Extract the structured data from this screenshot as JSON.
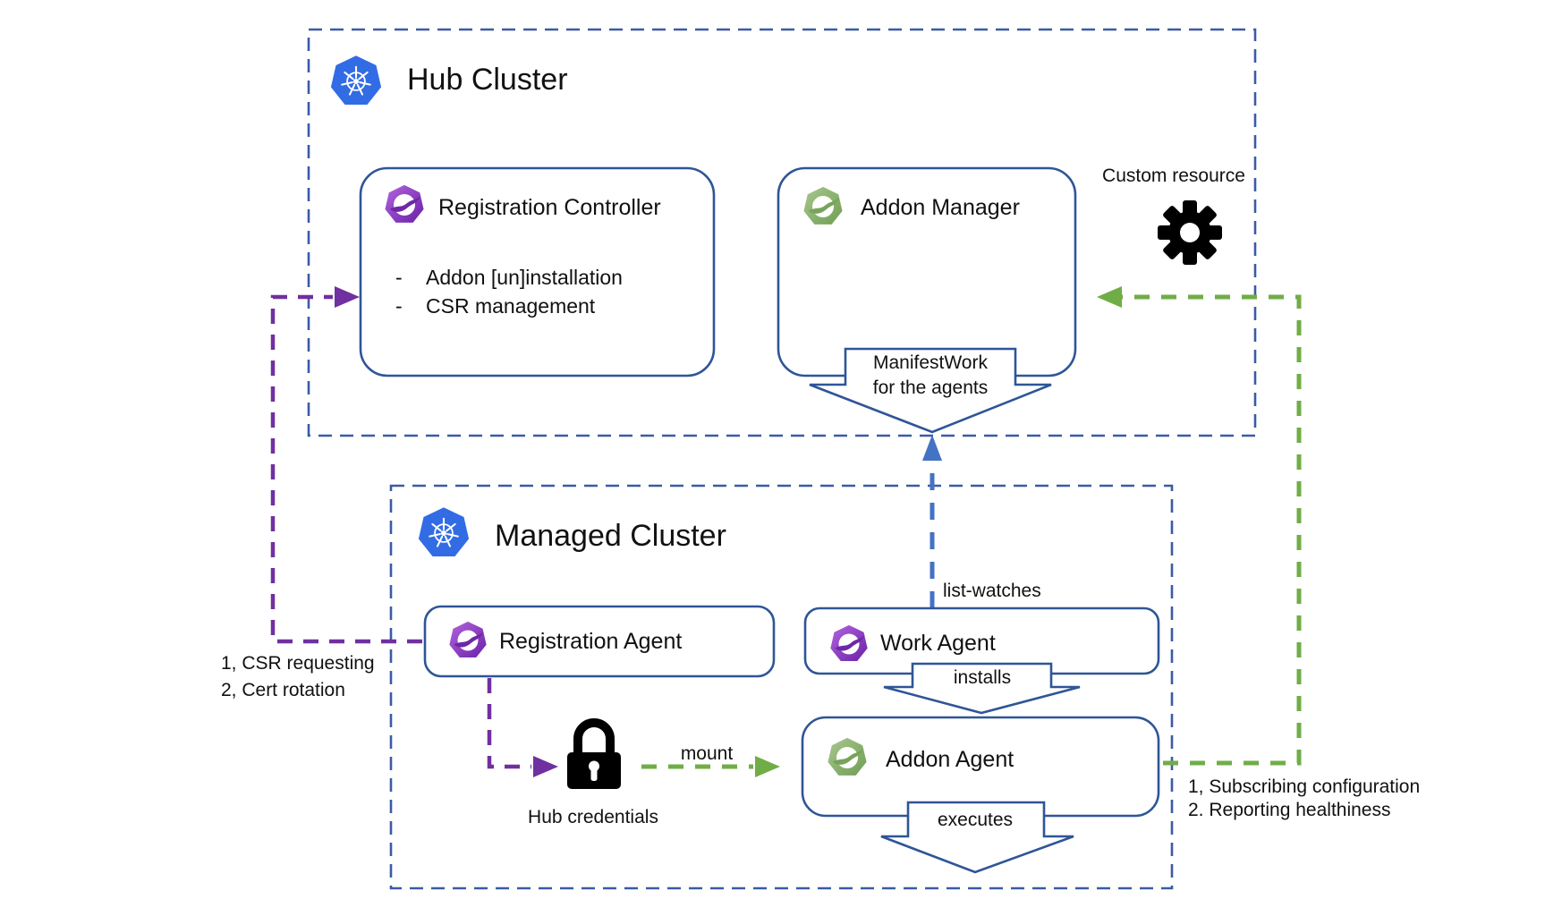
{
  "hub_cluster": {
    "title": "Hub Cluster",
    "registration_controller": {
      "title": "Registration Controller",
      "bullet_prefix": "-",
      "bullets": [
        "Addon [un]installation",
        "CSR management"
      ]
    },
    "addon_manager": {
      "title": "Addon Manager"
    },
    "custom_resource": {
      "label": "Custom resource"
    },
    "manifestwork": {
      "line1": "ManifestWork",
      "line2": "for the agents"
    }
  },
  "managed_cluster": {
    "title": "Managed Cluster",
    "registration_agent": {
      "title": "Registration Agent"
    },
    "work_agent": {
      "title": "Work Agent"
    },
    "addon_agent": {
      "title": "Addon Agent"
    },
    "hub_credentials": {
      "label": "Hub credentials"
    }
  },
  "labels": {
    "list_watches": "list-watches",
    "installs": "installs",
    "executes": "executes",
    "mount": "mount",
    "csr_line1": "1, CSR requesting",
    "csr_line2": "2, Cert rotation",
    "subscribing_line1": "1, Subscribing configuration",
    "subscribing_line2": "2. Reporting healthiness"
  },
  "icons": {
    "hub_title": "kubernetes-icon",
    "managed_title": "kubernetes-icon",
    "registration_controller": "ocm-purple-icon",
    "addon_manager": "ocm-green-icon",
    "registration_agent": "ocm-purple-icon",
    "work_agent": "ocm-purple-icon",
    "addon_agent": "ocm-green-icon",
    "custom_resource": "gear-icon",
    "hub_credentials": "lock-icon"
  },
  "colors": {
    "cluster_border": "#3B5BA5",
    "box_border": "#2F5597",
    "purple_edge": "#7030A0",
    "green_edge": "#70AD47",
    "blue_edge": "#4472C4",
    "kubernetes_blue": "#326CE5",
    "gear": "#000000",
    "lock": "#000000",
    "text": "#111111"
  }
}
